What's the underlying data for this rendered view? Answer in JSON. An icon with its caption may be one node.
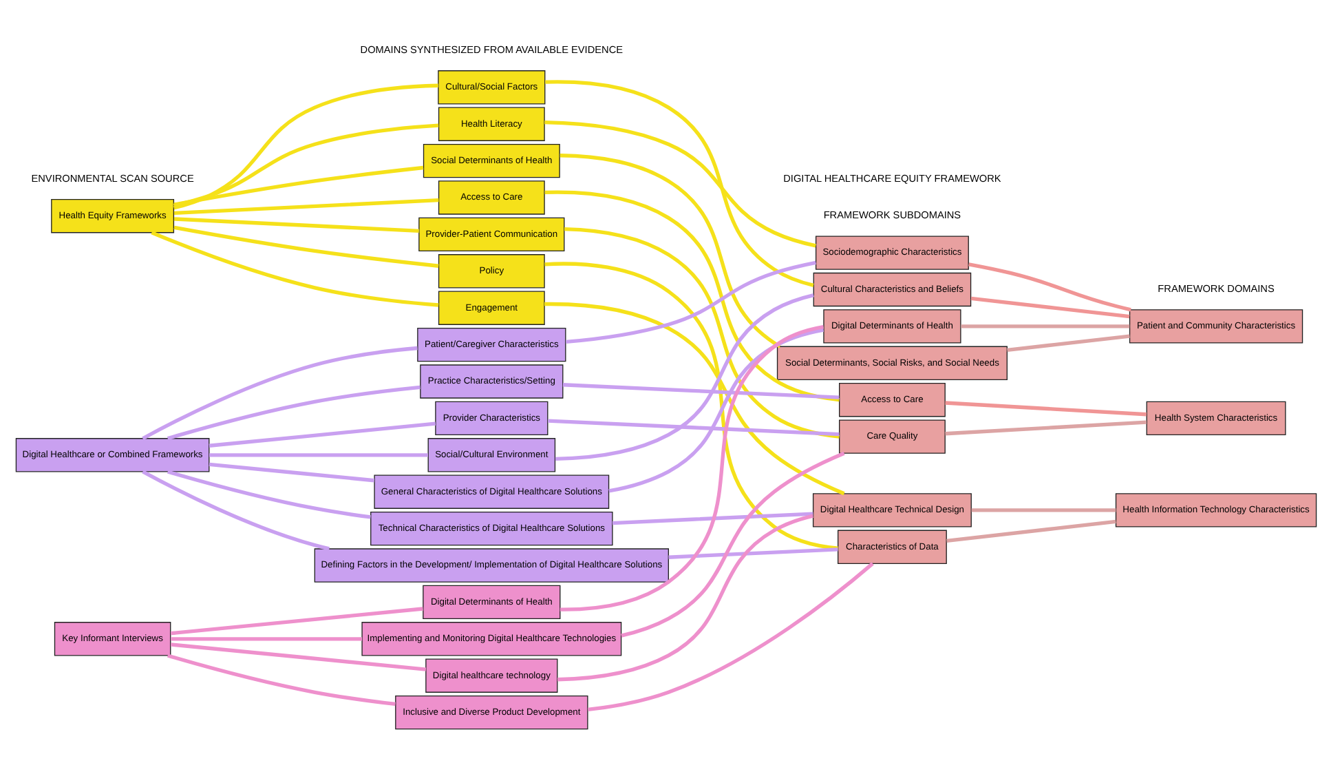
{
  "diagram": {
    "nodes": [
      {
        "text": [
          "Health Equity Frameworks"
        ]
      },
      {
        "text": [
          "Digital Healthcare or Combined Frameworks"
        ]
      },
      {
        "text": [
          "Key Informant Interviews"
        ]
      },
      {
        "text": [
          "Cultural/Social Factors"
        ]
      },
      {
        "text": [
          "Health Literacy"
        ]
      },
      {
        "text": [
          "Social Determinants of Health"
        ]
      },
      {
        "text": [
          "Access to Care"
        ]
      },
      {
        "text": [
          "Provider-Patient Communication"
        ]
      },
      {
        "text": [
          "Policy"
        ]
      },
      {
        "text": [
          "Engagement"
        ]
      },
      {
        "text": [
          "Patient/Caregiver Characteristics"
        ]
      },
      {
        "text": [
          "Practice Characteristics/Setting"
        ]
      },
      {
        "text": [
          "Provider Characteristics"
        ]
      },
      {
        "text": [
          "Social/Cultural Environment"
        ]
      },
      {
        "text": [
          "General Characteristics of Digital Healthcare Solutions"
        ]
      },
      {
        "text": [
          "Technical Characteristics of Digital Healthcare Solutions"
        ]
      },
      {
        "text": [
          "Defining Factors in the Development/ Implementation of Digital Healthcare Solutions"
        ]
      },
      {
        "text": [
          "Digital Determinants of Health"
        ]
      },
      {
        "text": [
          "Implementing and Monitoring Digital Healthcare Technologies"
        ]
      },
      {
        "text": [
          "Digital healthcare technology"
        ]
      },
      {
        "text": [
          "Inclusive and Diverse Product Development"
        ]
      },
      {
        "text": [
          "Sociodemographic Characteristics"
        ]
      },
      {
        "text": [
          "Cultural Characteristics and Beliefs"
        ]
      },
      {
        "text": [
          "Digital Determinants of Health"
        ]
      },
      {
        "text": [
          "Social Determinants, Social Risks, and Social Needs"
        ]
      },
      {
        "text": [
          "Access to Care"
        ]
      },
      {
        "text": [
          "Care Quality"
        ]
      },
      {
        "text": [
          "Digital Healthcare Technical Design"
        ]
      },
      {
        "text": [
          "Characteristics of Data"
        ]
      },
      {
        "text": [
          "Patient and Community Characteristics"
        ]
      },
      {
        "text": [
          "Health System Characteristics"
        ]
      },
      {
        "text": [
          "Health Information Technology Characteristics"
        ]
      }
    ],
    "edges": [
      {
        "from": 0,
        "to": 3,
        "arrow": "none",
        "color": "#f5e11a"
      },
      {
        "from": 0,
        "to": 4,
        "arrow": "none",
        "color": "#f5e11a"
      },
      {
        "from": 0,
        "to": 5,
        "arrow": "none",
        "color": "#f5e11a"
      },
      {
        "from": 0,
        "to": 6,
        "arrow": "none",
        "color": "#f5e11a"
      },
      {
        "from": 0,
        "to": 7,
        "arrow": "none",
        "color": "#f5e11a"
      },
      {
        "from": 0,
        "to": 8,
        "arrow": "none",
        "color": "#f5e11a"
      },
      {
        "from": 0,
        "to": 9,
        "arrow": "none",
        "color": "#f5e11a"
      },
      {
        "from": 1,
        "to": 10,
        "arrow": "none",
        "color": "#c9a0f0"
      },
      {
        "from": 1,
        "to": 11,
        "arrow": "none",
        "color": "#c9a0f0"
      },
      {
        "from": 1,
        "to": 12,
        "arrow": "none",
        "color": "#c9a0f0"
      },
      {
        "from": 1,
        "to": 13,
        "arrow": "none",
        "color": "#c9a0f0"
      },
      {
        "from": 1,
        "to": 14,
        "arrow": "none",
        "color": "#c9a0f0"
      },
      {
        "from": 1,
        "to": 15,
        "arrow": "none",
        "color": "#c9a0f0"
      },
      {
        "from": 1,
        "to": 16,
        "arrow": "none",
        "color": "#c9a0f0"
      },
      {
        "from": 2,
        "to": 17,
        "arrow": "none",
        "color": "#ee90cc"
      },
      {
        "from": 2,
        "to": 18,
        "arrow": "none",
        "color": "#ee90cc"
      },
      {
        "from": 2,
        "to": 19,
        "arrow": "none",
        "color": "#ee90cc"
      },
      {
        "from": 2,
        "to": 20,
        "arrow": "none",
        "color": "#ee90cc"
      },
      {
        "from": 3,
        "to": 22,
        "arrow": "none",
        "color": "#f5e11a"
      },
      {
        "from": 4,
        "to": 21,
        "arrow": "none",
        "color": "#f5e11a"
      },
      {
        "from": 5,
        "to": 24,
        "arrow": "none",
        "color": "#f5e11a"
      },
      {
        "from": 6,
        "to": 25,
        "arrow": "none",
        "color": "#f5e11a"
      },
      {
        "from": 7,
        "to": 26,
        "arrow": "none",
        "color": "#f5e11a"
      },
      {
        "from": 8,
        "to": 28,
        "arrow": "none",
        "color": "#f5e11a"
      },
      {
        "from": 9,
        "to": 27,
        "arrow": "none",
        "color": "#f5e11a"
      },
      {
        "from": 10,
        "to": 21,
        "arrow": "none",
        "color": "#c9a0f0"
      },
      {
        "from": 11,
        "to": 25,
        "arrow": "none",
        "color": "#c9a0f0"
      },
      {
        "from": 12,
        "to": 26,
        "arrow": "none",
        "color": "#c9a0f0"
      },
      {
        "from": 13,
        "to": 22,
        "arrow": "none",
        "color": "#c9a0f0"
      },
      {
        "from": 14,
        "to": 23,
        "arrow": "none",
        "color": "#c9a0f0"
      },
      {
        "from": 15,
        "to": 27,
        "arrow": "none",
        "color": "#c9a0f0"
      },
      {
        "from": 16,
        "to": 28,
        "arrow": "none",
        "color": "#c9a0f0"
      },
      {
        "from": 17,
        "to": 23,
        "arrow": "none",
        "color": "#ee90cc"
      },
      {
        "from": 18,
        "to": 26,
        "arrow": "none",
        "color": "#ee90cc"
      },
      {
        "from": 19,
        "to": 27,
        "arrow": "none",
        "color": "#ee90cc"
      },
      {
        "from": 20,
        "to": 28,
        "arrow": "none",
        "color": "#ee90cc"
      },
      {
        "from": 21,
        "to": 29,
        "arrow": "none",
        "color": "#f09595"
      },
      {
        "from": 22,
        "to": 29,
        "arrow": "none",
        "color": "#f09595"
      },
      {
        "from": 23,
        "to": 29,
        "arrow": "none",
        "color": "#dca4a4"
      },
      {
        "from": 24,
        "to": 29,
        "arrow": "none",
        "color": "#dca4a4"
      },
      {
        "from": 25,
        "to": 30,
        "arrow": "none",
        "color": "#f09595"
      },
      {
        "from": 26,
        "to": 30,
        "arrow": "none",
        "color": "#dca4a4"
      },
      {
        "from": 27,
        "to": 31,
        "arrow": "none",
        "color": "#dca4a4"
      },
      {
        "from": 28,
        "to": 31,
        "arrow": "none",
        "color": "#dca4a4"
      }
    ],
    "labels": [
      "DOMAINS SYNTHESIZED FROM AVAILABLE EVIDENCE",
      "DIGITAL HEALTHCARE EQUITY FRAMEWORK",
      "ENVIRONMENTAL SCAN SOURCE",
      "FRAMEWORK SUBDOMAINS",
      "FRAMEWORK DOMAINS"
    ]
  }
}
